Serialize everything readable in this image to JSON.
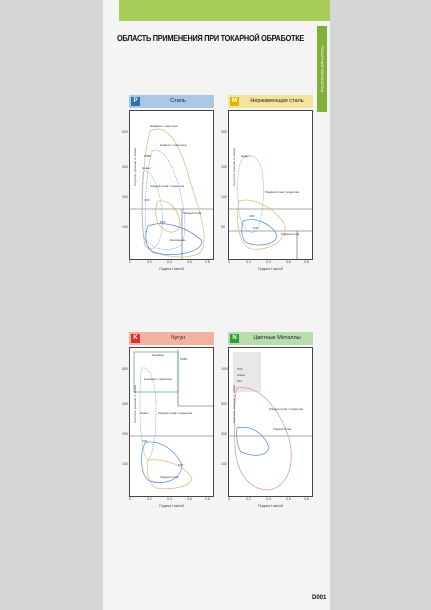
{
  "page": {
    "title": "ОБЛАСТЬ ПРИМЕНЕНИЯ ПРИ ТОКАРНОЙ ОБРАБОТКЕ",
    "side_tab": "ТОКАРНАЯ ОБРАБОТКА",
    "page_number": "D001"
  },
  "colors": {
    "topbar": "#a7cc57",
    "P": "#2f6fb6",
    "M": "#e0b400",
    "K": "#d9342b",
    "N": "#2e9e3e"
  },
  "panels": [
    {
      "letter": "P",
      "title": "Сталь",
      "header_color": "#a9c8e6",
      "letter_color": "#2f6fb6",
      "x_label": "Подача f мм/об",
      "y_label": "Скорость резания vc м/мин",
      "x_ticks": [
        "0",
        "0.2",
        "0.4",
        "0.6",
        "0.8"
      ],
      "y_ticks": [
        "500",
        "300",
        "200",
        "100"
      ],
      "grades": [
        "Керамика с покрытием",
        "Керметы с покрытием",
        "PCBN",
        "Кермет",
        "Твёрдый сплав с покрытием",
        "CVD",
        "Твёрдый сплав",
        "PVD",
        "Безпокрытие"
      ]
    },
    {
      "letter": "M",
      "title": "Нержавеющая сталь",
      "header_color": "#f3e39b",
      "letter_color": "#e0b400",
      "x_label": "Подача f мм/об",
      "y_label": "Скорость резания vc м/мин",
      "x_ticks": [
        "0",
        "0.2",
        "0.4",
        "0.6",
        "0.8"
      ],
      "y_ticks": [
        "300",
        "200",
        "100",
        "50"
      ],
      "grades": [
        "Кермет",
        "Твёрдый сплав с покрытием",
        "CVD",
        "PVD",
        "Твёрдый сплав"
      ]
    },
    {
      "letter": "K",
      "title": "Чугун",
      "header_color": "#f2b2a0",
      "letter_color": "#d9342b",
      "x_label": "Подача f мм/об",
      "y_label": "Скорость резания vc м/мин",
      "x_ticks": [
        "0",
        "0.2",
        "0.4",
        "0.6",
        "0.8"
      ],
      "y_ticks": [
        "500",
        "300",
        "200",
        "100"
      ],
      "grades": [
        "Керамика",
        "PCBN",
        "Керамика с покрытием",
        "Кермет",
        "Твёрдый сплав с покрытием",
        "CVD",
        "PVD",
        "Твёрдый сплав"
      ]
    },
    {
      "letter": "N",
      "title": "Цветные Металлы",
      "header_color": "#b7dcae",
      "letter_color": "#2e9e3e",
      "x_label": "Подача f мм/об",
      "y_label": "Скорость резания vc м/мин",
      "x_ticks": [
        "0",
        "0.2",
        "0.4",
        "0.6",
        "0.8"
      ],
      "y_ticks": [
        "1000",
        "500",
        "300",
        "100"
      ],
      "grades": [
        "PCD",
        "Алмаз",
        "DLC",
        "Твёрдый сплав с покрытием",
        "Твёрдый сплав"
      ]
    }
  ]
}
